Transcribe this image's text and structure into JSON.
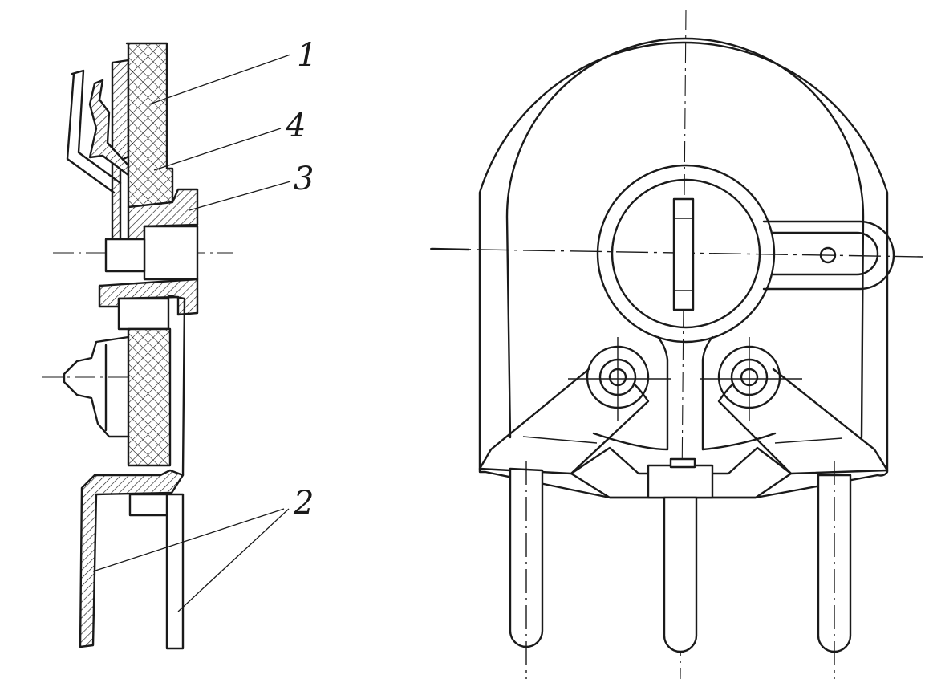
{
  "callouts": [
    {
      "id": "resistive-element",
      "label": "1"
    },
    {
      "id": "terminal-leads",
      "label": "2"
    },
    {
      "id": "bushing",
      "label": "3"
    },
    {
      "id": "wiper-contact",
      "label": "4"
    }
  ],
  "colors": {
    "ink": "#1a1a1a",
    "paper": "#ffffff"
  }
}
